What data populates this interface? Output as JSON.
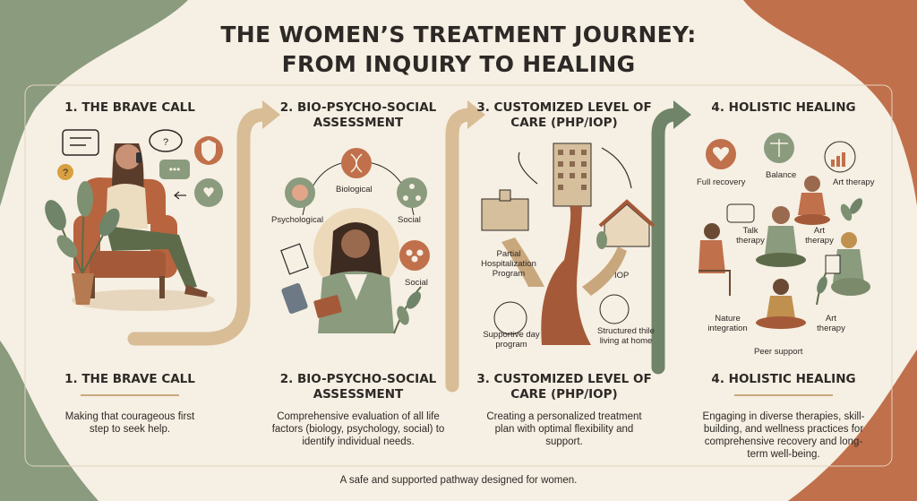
{
  "title": {
    "line1": "THE WOMEN’S TREATMENT JOURNEY:",
    "line2": "FROM INQUIRY TO HEALING"
  },
  "steps": [
    {
      "heading": "1. THE BRAVE CALL",
      "heading_bottom": "1. THE BRAVE CALL",
      "description": "Making that courageous first step to seek help."
    },
    {
      "heading": "2. BIO-PSYCHO-SOCIAL ASSESSMENT",
      "heading_bottom": "2. BIO-PSYCHO-SOCIAL ASSESSMENT",
      "description": "Comprehensive evaluation of all life factors (biology, psychology, social) to identify individual needs.",
      "labels": {
        "biological": "Biological",
        "psychological": "Psychological",
        "social_top": "Social",
        "social_bottom": "Social"
      }
    },
    {
      "heading": "3. CUSTOMIZED LEVEL OF CARE (PHP/IOP)",
      "heading_bottom": "3. CUSTOMIZED LEVEL OF CARE (PHP/IOP)",
      "description": "Creating a personalized treatment plan with optimal flexibility and support.",
      "labels": {
        "php": "Partial Hospitalization Program",
        "iop": "IOP",
        "supportive": "Supportive day program",
        "structured": "Structured thile living at home"
      }
    },
    {
      "heading": "4. HOLISTIC HEALING",
      "heading_bottom": "4. HOLISTIC HEALING",
      "description": "Engaging in diverse therapies, skill-building, and wellness practices for comprehensive recovery and long-term well-being.",
      "labels": {
        "full_recovery": "Full recovery",
        "balance": "Balance",
        "art_therapy_1": "Art therapy",
        "talk_therapy": "Talk therapy",
        "art_therapy_2": "Art therapy",
        "nature": "Nature integration",
        "art_therapy_3": "Art therapy",
        "peer": "Peer support"
      }
    }
  ],
  "footer": "A safe and supported pathway designed for women.",
  "colors": {
    "background": "#f6efe3",
    "sage": "#8a9b7e",
    "terracotta": "#c0704b",
    "tan": "#d8bd96",
    "text": "#2d2926"
  },
  "icons": [
    "phone-icon",
    "speech-bubble-icon",
    "shield-heart-icon",
    "hands-heart-icon",
    "brain-icon",
    "dna-icon",
    "network-icon",
    "group-icon",
    "hospital-icon",
    "house-icon",
    "scales-icon",
    "growth-chart-icon",
    "meditation-icon",
    "plant-icon"
  ]
}
